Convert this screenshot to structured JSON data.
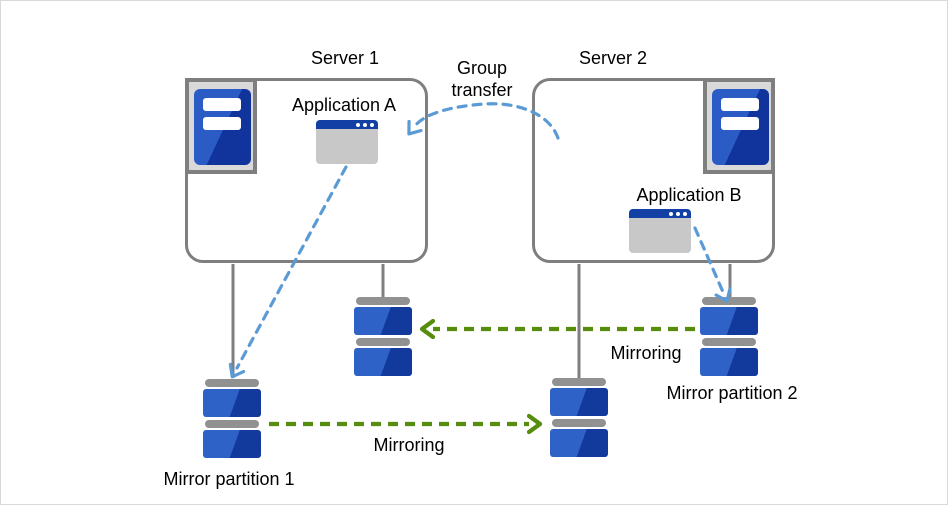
{
  "servers": {
    "server1": {
      "label": "Server 1",
      "application": "Application A"
    },
    "server2": {
      "label": "Server 2",
      "application": "Application B"
    }
  },
  "arrows": {
    "group_transfer": "Group\ntransfer",
    "mirroring_top": "Mirroring",
    "mirroring_bottom": "Mirroring"
  },
  "partitions": {
    "partition1": "Mirror partition 1",
    "partition2": "Mirror partition 2"
  },
  "colors": {
    "server_box_border": "#7F7F7F",
    "disk_blue_light": "#2E62C6",
    "disk_blue_dark": "#123A9D",
    "blue_arrow": "#5B9BD5",
    "green_arrow": "#568D0D"
  }
}
